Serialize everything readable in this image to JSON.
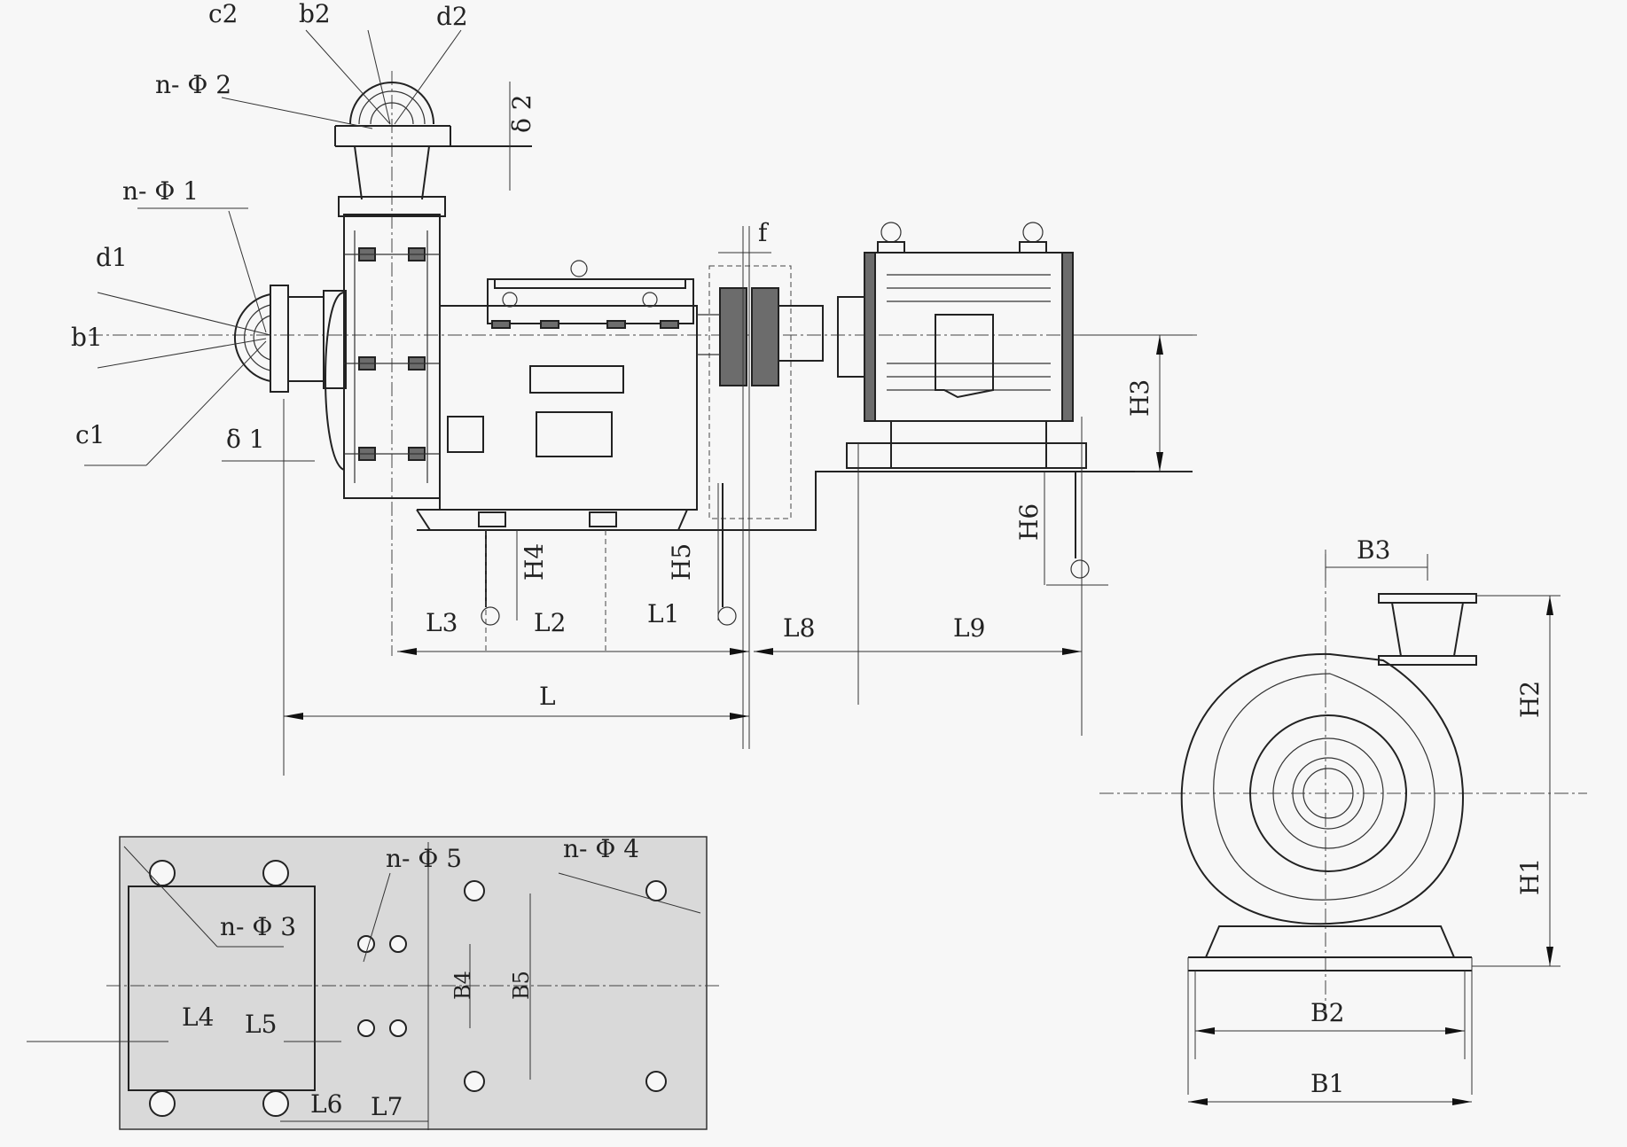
{
  "labels": {
    "c2": "c2",
    "b2": "b2",
    "d2": "d2",
    "n_phi2": "n- Φ 2",
    "delta2": "δ 2",
    "n_phi1": "n- Φ 1",
    "d1": "d1",
    "b1": "b1",
    "c1": "c1",
    "delta1": "δ 1",
    "f": "f",
    "H3": "H3",
    "H6": "H6",
    "H4": "H4",
    "H5": "H5",
    "L3": "L3",
    "L2": "L2",
    "L1": "L1",
    "L8": "L8",
    "L9": "L9",
    "L": "L",
    "n_phi3": "n- Φ 3",
    "n_phi5": "n- Φ 5",
    "n_phi4": "n- Φ 4",
    "B4": "B4",
    "B5": "B5",
    "L4": "L4",
    "L5": "L5",
    "L6": "L6",
    "L7": "L7",
    "B3": "B3",
    "H2": "H2",
    "H1": "H1",
    "B2": "B2",
    "B1": "B1"
  },
  "colors": {
    "line": "#222222",
    "paper": "#f7f7f7",
    "plan_panel": "#d9d9d9",
    "coupling_shade": "#6c6c6c"
  }
}
